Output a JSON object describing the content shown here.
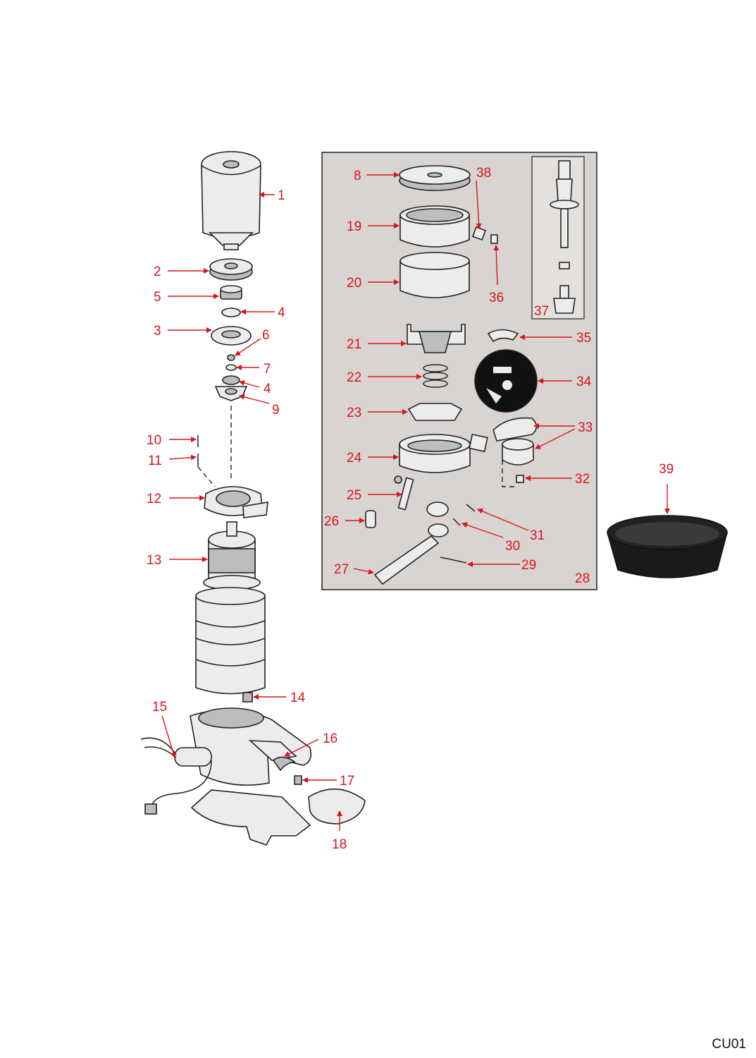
{
  "page_code": "CU01",
  "accent_color": "#d8141c",
  "inset_background": "#d9d4d1",
  "callouts": [
    {
      "id": "c1",
      "label": "1"
    },
    {
      "id": "c2",
      "label": "2"
    },
    {
      "id": "c5",
      "label": "5"
    },
    {
      "id": "c4a",
      "label": "4"
    },
    {
      "id": "c3",
      "label": "3"
    },
    {
      "id": "c6",
      "label": "6"
    },
    {
      "id": "c7",
      "label": "7"
    },
    {
      "id": "c4b",
      "label": "4"
    },
    {
      "id": "c9",
      "label": "9"
    },
    {
      "id": "c10",
      "label": "10"
    },
    {
      "id": "c11",
      "label": "11"
    },
    {
      "id": "c12",
      "label": "12"
    },
    {
      "id": "c13",
      "label": "13"
    },
    {
      "id": "c14",
      "label": "14"
    },
    {
      "id": "c15",
      "label": "15"
    },
    {
      "id": "c16",
      "label": "16"
    },
    {
      "id": "c17",
      "label": "17"
    },
    {
      "id": "c18",
      "label": "18"
    },
    {
      "id": "c8",
      "label": "8"
    },
    {
      "id": "c38",
      "label": "38"
    },
    {
      "id": "c19",
      "label": "19"
    },
    {
      "id": "c36",
      "label": "36"
    },
    {
      "id": "c20",
      "label": "20"
    },
    {
      "id": "c37",
      "label": "37"
    },
    {
      "id": "c21",
      "label": "21"
    },
    {
      "id": "c35",
      "label": "35"
    },
    {
      "id": "c22",
      "label": "22"
    },
    {
      "id": "c34",
      "label": "34"
    },
    {
      "id": "c23",
      "label": "23"
    },
    {
      "id": "c33",
      "label": "33"
    },
    {
      "id": "c24",
      "label": "24"
    },
    {
      "id": "c32",
      "label": "32"
    },
    {
      "id": "c25",
      "label": "25"
    },
    {
      "id": "c26",
      "label": "26"
    },
    {
      "id": "c31",
      "label": "31"
    },
    {
      "id": "c30",
      "label": "30"
    },
    {
      "id": "c27",
      "label": "27"
    },
    {
      "id": "c29",
      "label": "29"
    },
    {
      "id": "c28",
      "label": "28"
    },
    {
      "id": "c39",
      "label": "39"
    }
  ]
}
